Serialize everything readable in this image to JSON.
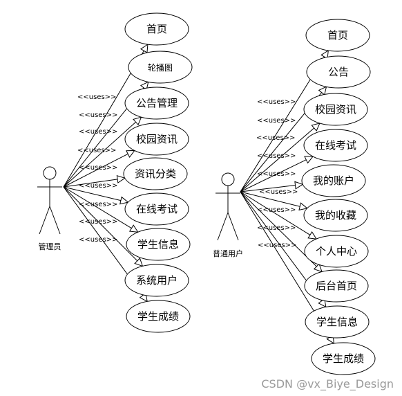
{
  "diagram": {
    "stereotype": "<<uses>>",
    "actors": [
      {
        "id": "admin",
        "label": "管理员",
        "use_cases": [
          "首页",
          "轮播图",
          "公告管理",
          "校园资讯",
          "资讯分类",
          "在线考试",
          "学生信息",
          "系统用户",
          "学生成绩"
        ]
      },
      {
        "id": "user",
        "label": "普通用户",
        "use_cases": [
          "首页",
          "公告",
          "校园资讯",
          "在线考试",
          "我的账户",
          "我的收藏",
          "个人中心",
          "后台首页",
          "学生信息",
          "学生成绩"
        ]
      }
    ]
  },
  "watermark": "CSDN @vx_Biye_Design"
}
